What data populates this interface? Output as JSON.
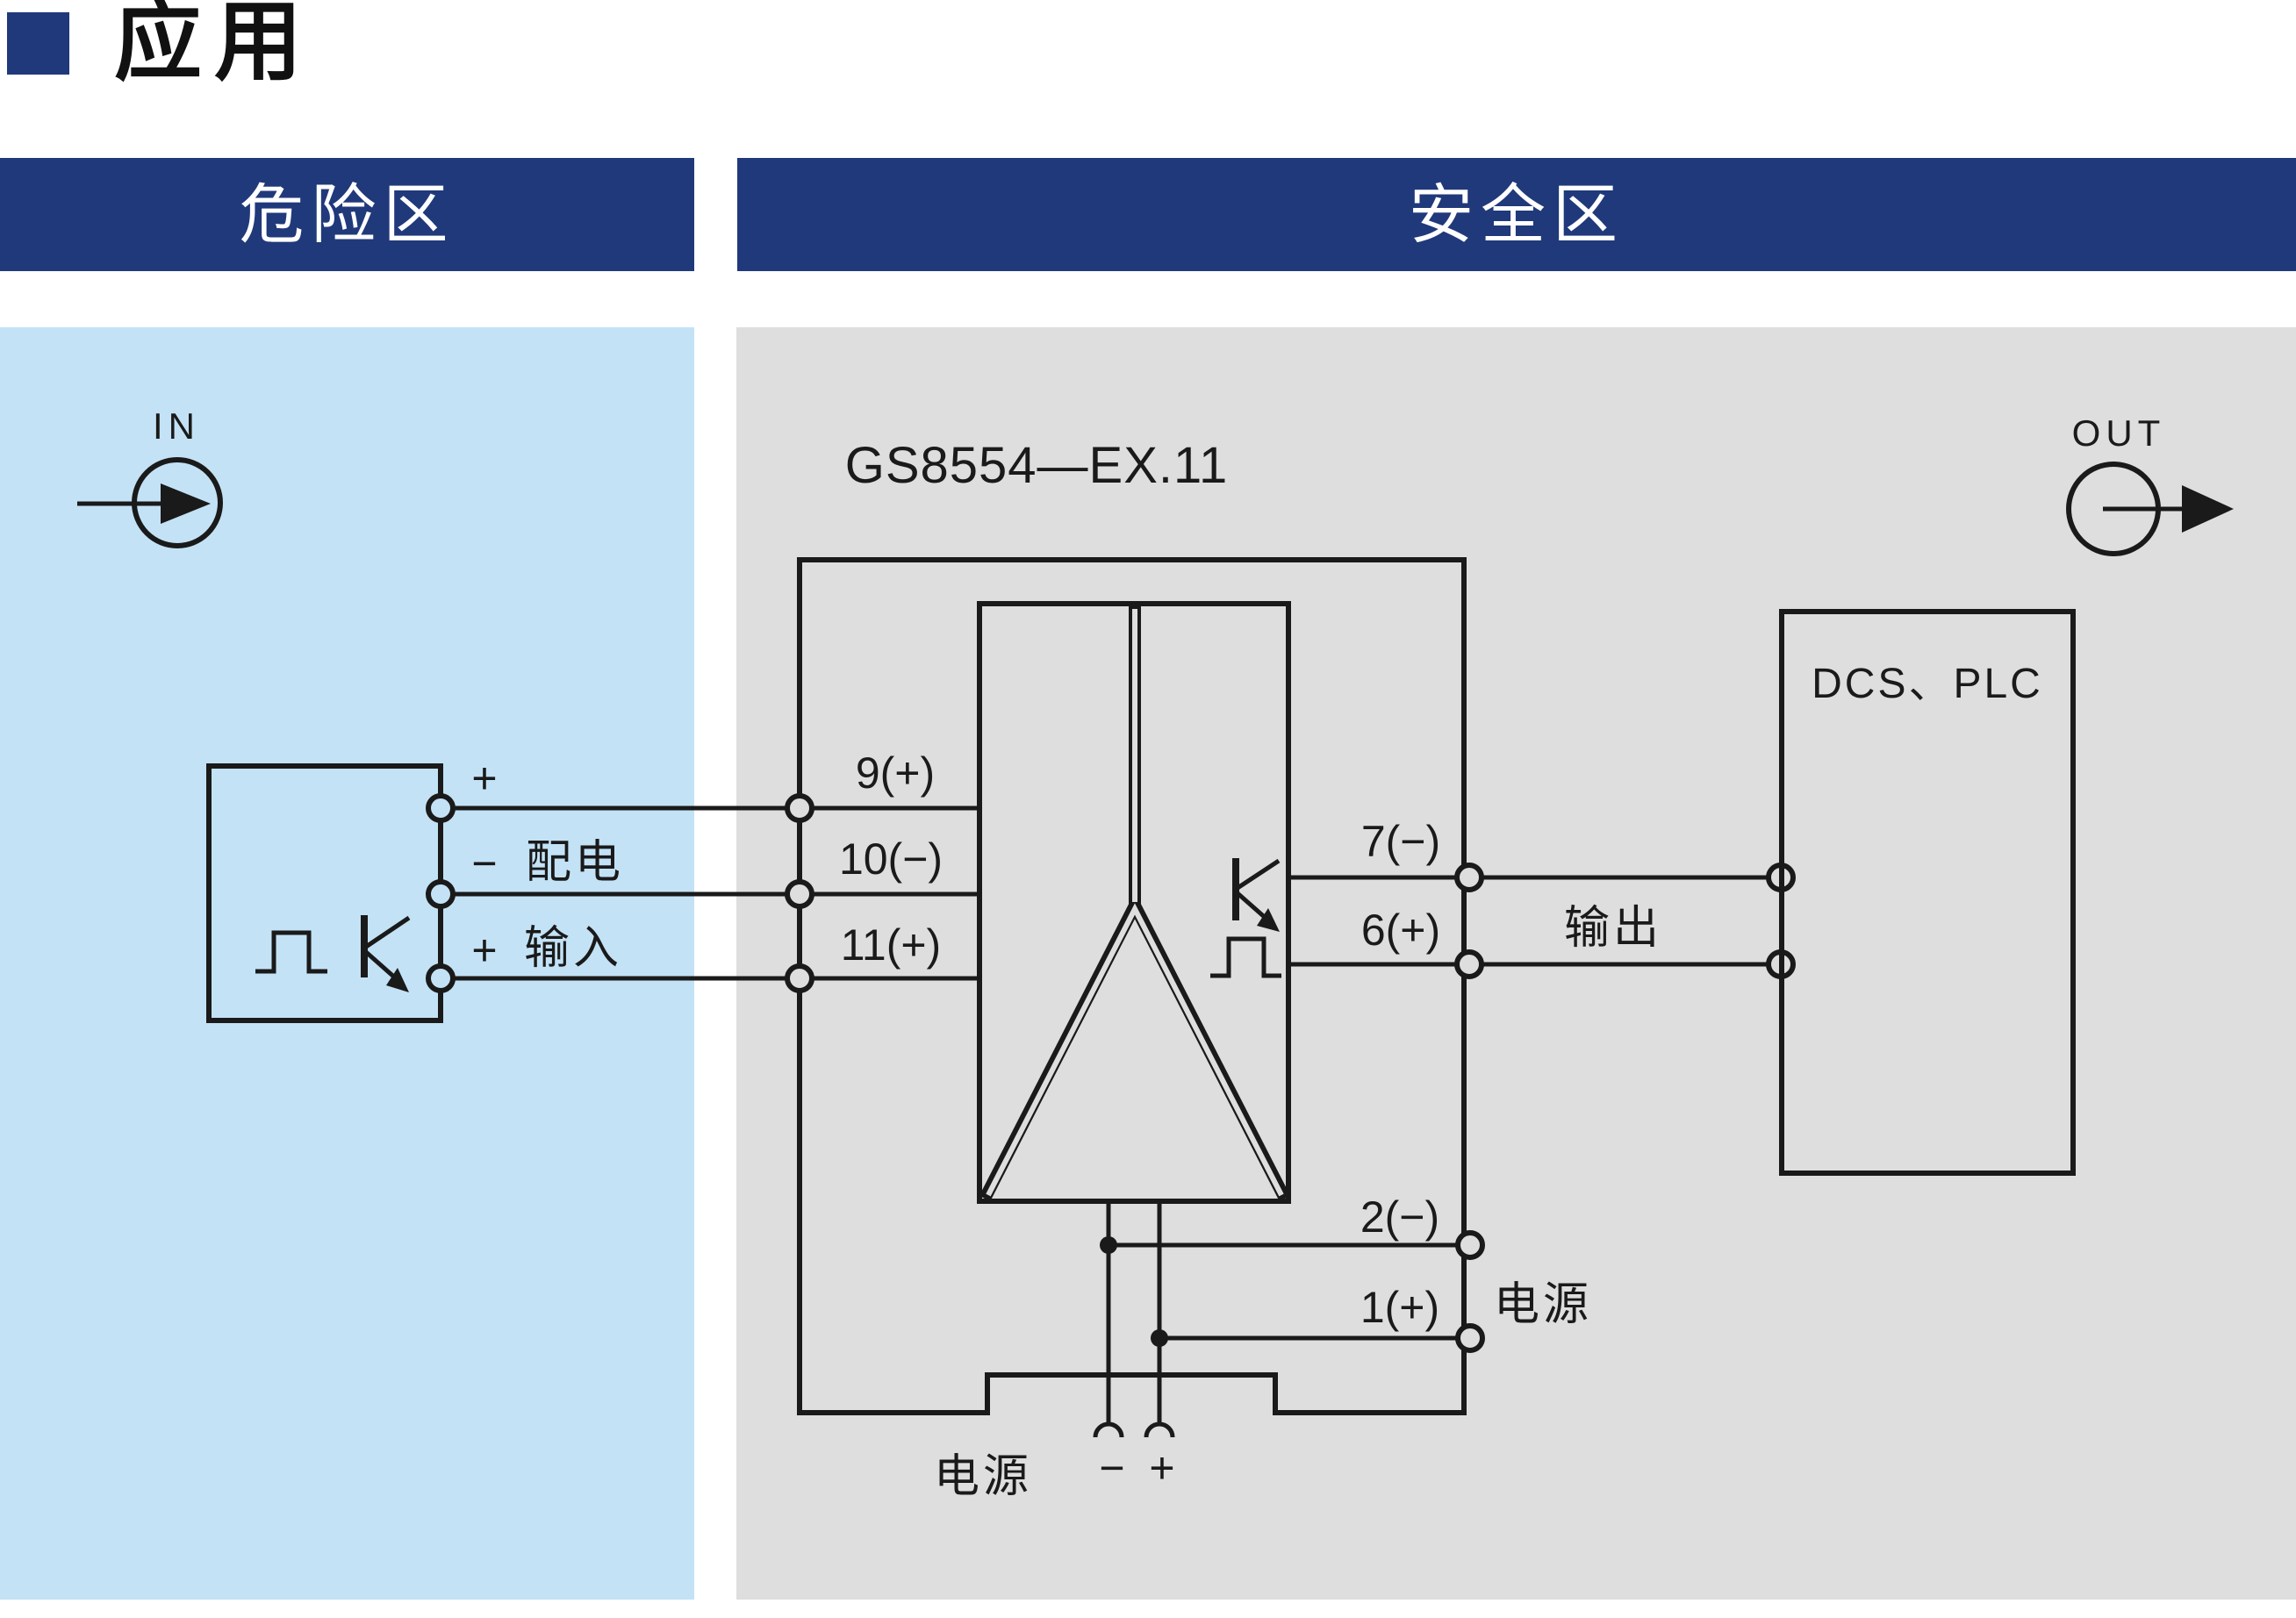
{
  "title": {
    "text": "应用",
    "marker_color": "#20397b"
  },
  "zones": {
    "hazardous": {
      "label": "危险区",
      "header_bg": "#20397b",
      "header_text_color": "#ffffff",
      "area_bg": "#c3e2f6"
    },
    "safe": {
      "label": "安全区",
      "header_bg": "#20397b",
      "header_text_color": "#ffffff",
      "area_bg": "#dedede"
    }
  },
  "diagram": {
    "line_color": "#1a1a1a",
    "in_marker": {
      "label": "IN"
    },
    "out_marker": {
      "label": "OUT"
    },
    "module": {
      "name": "GS8554—EX.11"
    },
    "sensor_wires": [
      {
        "sign": "+",
        "text": ""
      },
      {
        "sign": "−",
        "text": "配电"
      },
      {
        "sign": "+",
        "text": "输入"
      }
    ],
    "input_terminals": [
      "9(+)",
      "10(−)",
      "11(+)"
    ],
    "output_terminals": [
      "7(−)",
      "6(+)"
    ],
    "output_label": "输出",
    "power_terminals": [
      "2(−)",
      "1(+)"
    ],
    "power_label_right": "电源",
    "power_label_bottom": "电源",
    "power_polarity": {
      "minus": "−",
      "plus": "+"
    },
    "receiver": {
      "name": "DCS、PLC"
    }
  }
}
